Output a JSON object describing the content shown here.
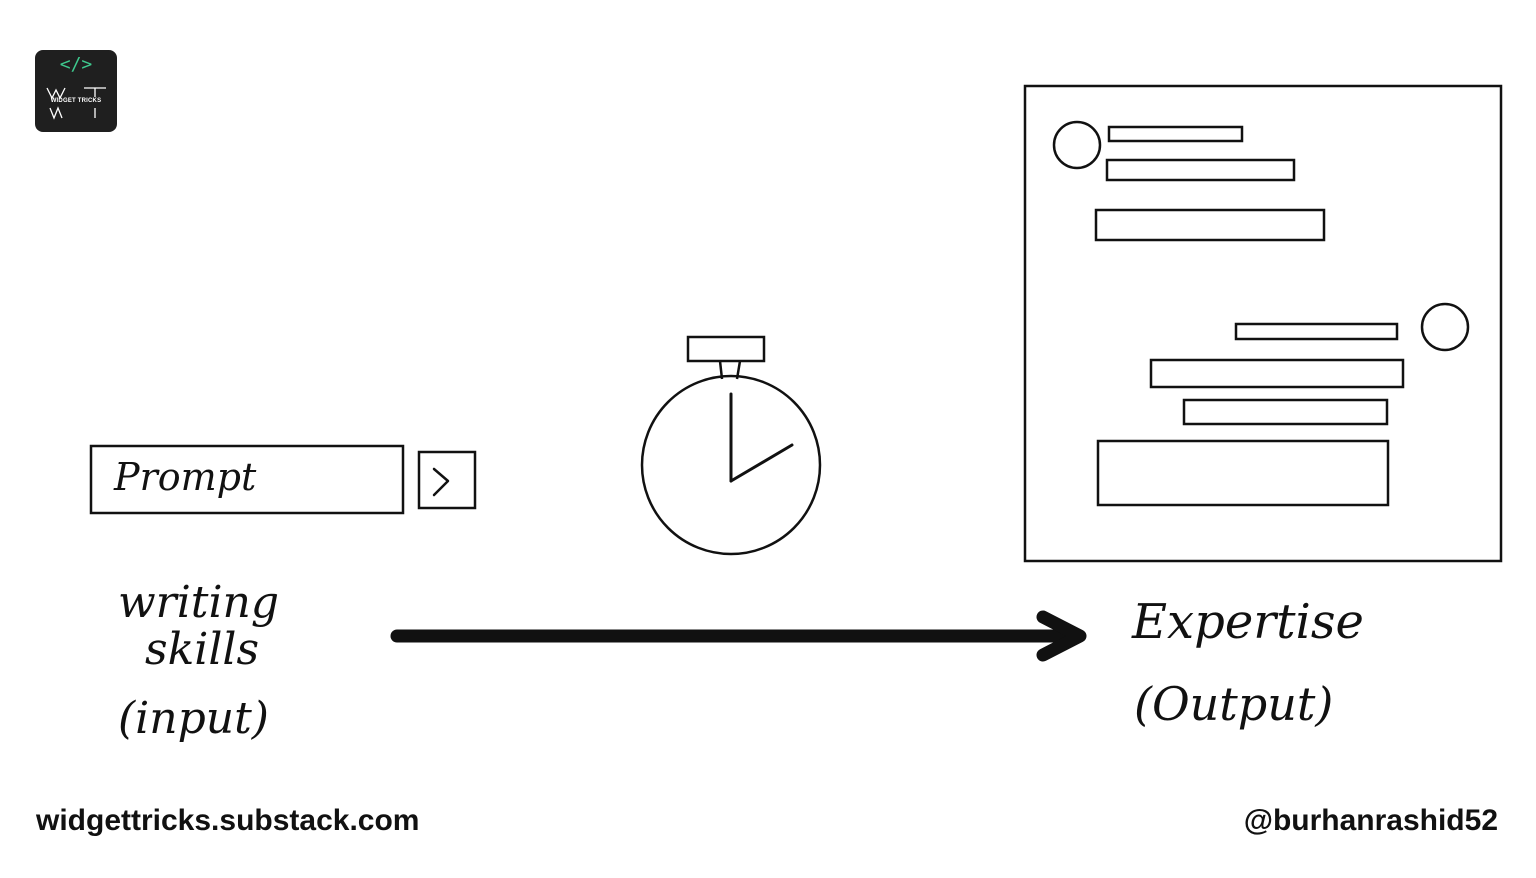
{
  "logo": {
    "code_glyph": "</>",
    "name": "WIDGET TRICKS",
    "monogram": "WT",
    "accent_color": "#3ec98e",
    "background_color": "#1f1f1f"
  },
  "prompt_box": {
    "label": "Prompt",
    "send_glyph": ">"
  },
  "labels": {
    "input_line1": "writing",
    "input_line2": "skills",
    "input_line3": "(input)",
    "output_line1": "Expertise",
    "output_line2": "(Output)"
  },
  "icons": {
    "timer": "stopwatch-icon",
    "chat": "chat-window-icon"
  },
  "footer": {
    "site": "widgettricks.substack.com",
    "handle": "@burhanrashid52"
  }
}
